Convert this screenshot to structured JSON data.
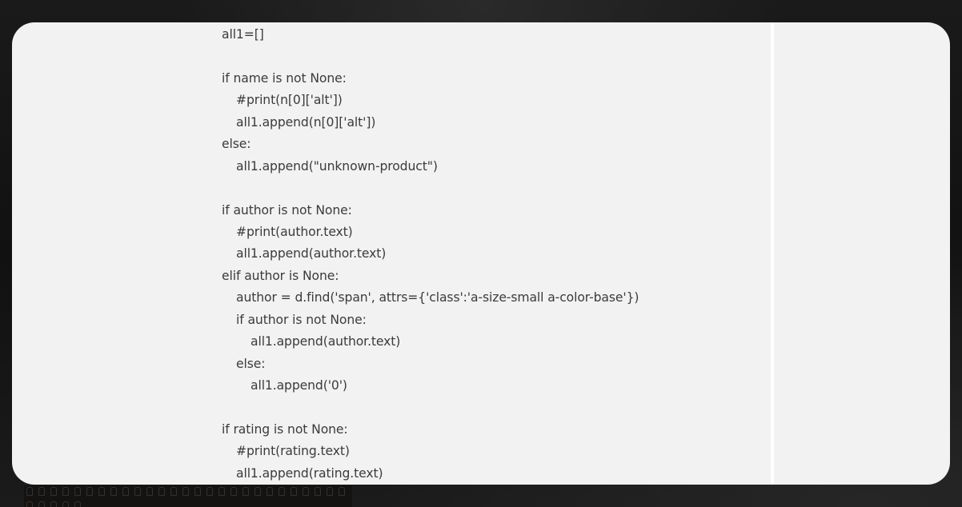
{
  "code_block": {
    "language": "python",
    "lines": [
      {
        "indent": 0,
        "text": "all1=[]"
      },
      {
        "indent": 0,
        "text": ""
      },
      {
        "indent": 0,
        "text": "if name is not None:"
      },
      {
        "indent": 1,
        "text": "#print(n[0]['alt'])"
      },
      {
        "indent": 1,
        "text": "all1.append(n[0]['alt'])"
      },
      {
        "indent": 0,
        "text": "else:"
      },
      {
        "indent": 1,
        "text": "all1.append(\"unknown-product\")"
      },
      {
        "indent": 0,
        "text": ""
      },
      {
        "indent": 0,
        "text": "if author is not None:"
      },
      {
        "indent": 1,
        "text": "#print(author.text)"
      },
      {
        "indent": 1,
        "text": "all1.append(author.text)"
      },
      {
        "indent": 0,
        "text": "elif author is None:"
      },
      {
        "indent": 1,
        "text": "author = d.find('span', attrs={'class':'a-size-small a-color-base'})"
      },
      {
        "indent": 1,
        "text": "if author is not None:"
      },
      {
        "indent": 2,
        "text": "all1.append(author.text)"
      },
      {
        "indent": 1,
        "text": "else:"
      },
      {
        "indent": 2,
        "text": "all1.append('0')"
      },
      {
        "indent": 0,
        "text": ""
      },
      {
        "indent": 0,
        "text": "if rating is not None:"
      },
      {
        "indent": 1,
        "text": "#print(rating.text)"
      },
      {
        "indent": 1,
        "text": "all1.append(rating.text)"
      }
    ]
  },
  "colors": {
    "card_background": "#f2f2f2",
    "text": "#3b3b3b",
    "separator": "#ffffff",
    "page_background": "#161616"
  }
}
